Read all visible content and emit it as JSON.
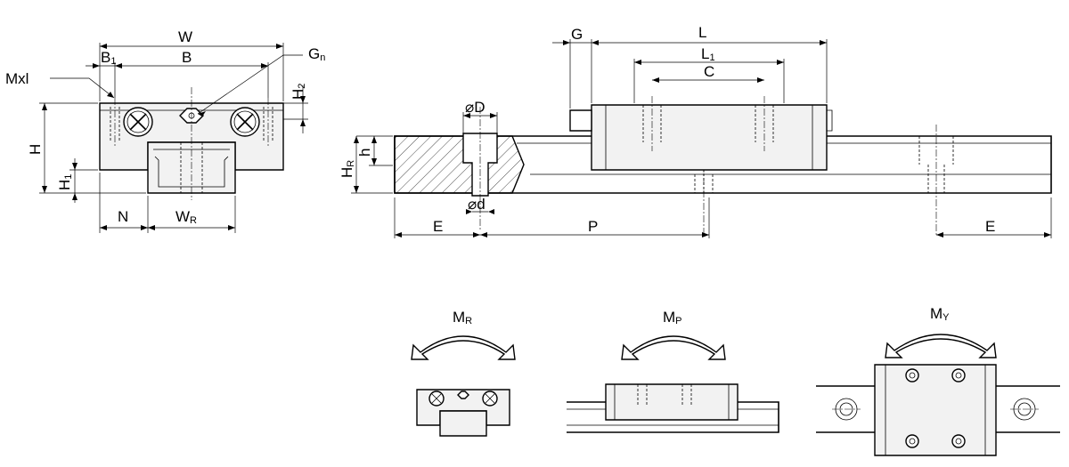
{
  "front_view": {
    "labels": {
      "W": "W",
      "B1_main": "B",
      "B1_sub": "1",
      "B": "B",
      "Gn_main": "G",
      "Gn_sub": "n",
      "Mxl": "Mxl",
      "H2_main": "H",
      "H2_sub": "2",
      "H": "H",
      "H1_main": "H",
      "H1_sub": "1",
      "N": "N",
      "WR_main": "W",
      "WR_sub": "R"
    }
  },
  "side_view": {
    "labels": {
      "G": "G",
      "L": "L",
      "L1_main": "L",
      "L1_sub": "1",
      "C": "C",
      "D": "⌀D",
      "d": "⌀d",
      "h": "h",
      "HR_main": "H",
      "HR_sub": "R",
      "E_left": "E",
      "P": "P",
      "E_right": "E"
    }
  },
  "moments": {
    "MR_main": "M",
    "MR_sub": "R",
    "MP_main": "M",
    "MP_sub": "P",
    "MY_main": "M",
    "MY_sub": "Y"
  }
}
